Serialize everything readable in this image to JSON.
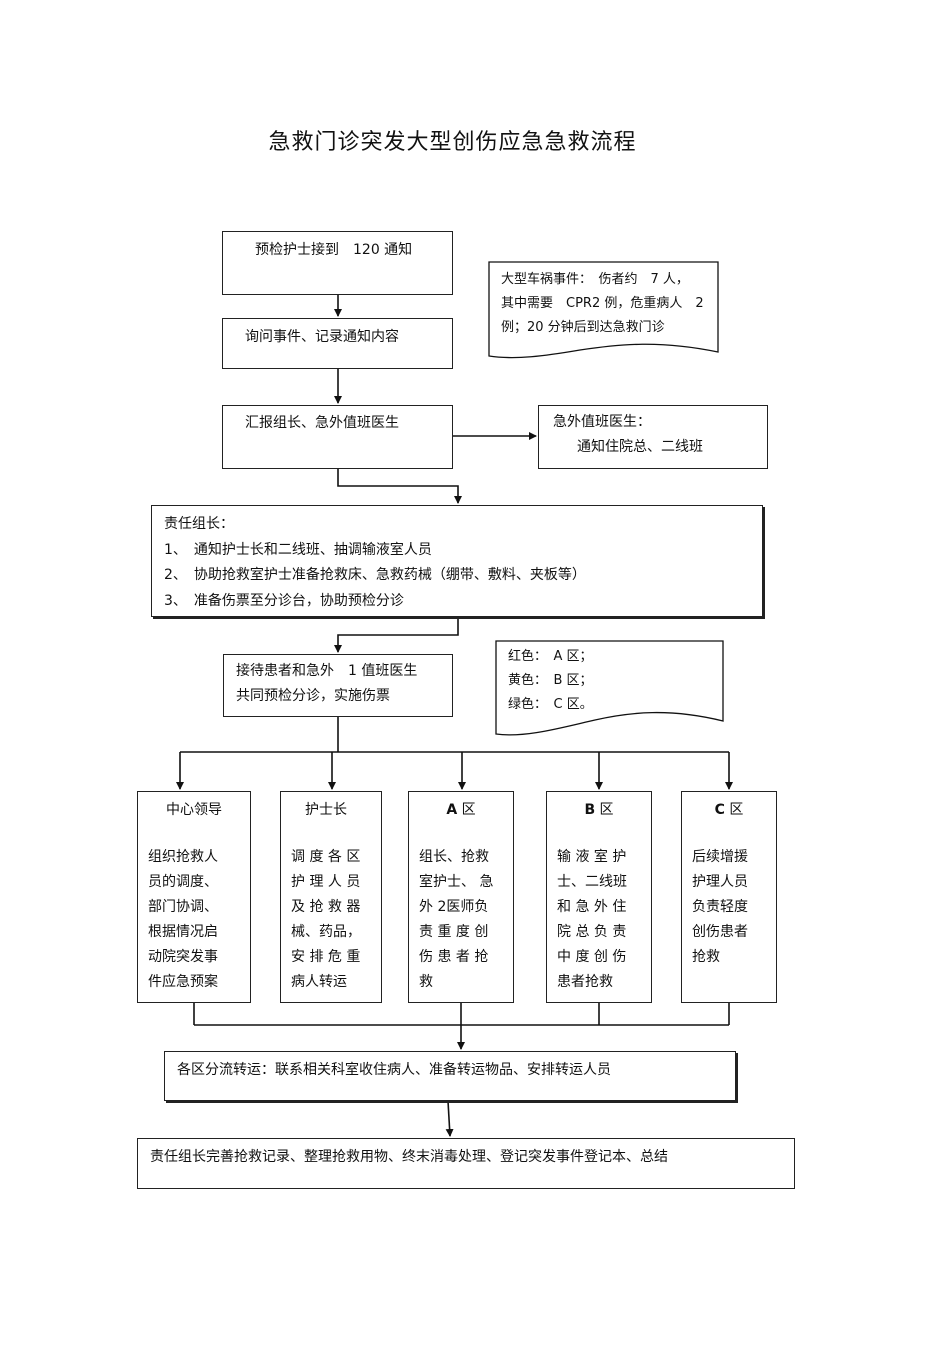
{
  "title": "急救门诊突发大型创伤应急急救流程",
  "nodes": {
    "n1": "预检护士接到　120 通知",
    "n2": "询问事件、记录通知内容",
    "n3": "汇报组长、急外值班医生",
    "side_doctor": {
      "line1": "急外值班医生：",
      "line2": "通知住院总、二线班"
    },
    "note_event": {
      "line1": "大型车祸事件：　伤者约　7 人，",
      "line2": "其中需要　CPR2 例，危重病人　2",
      "line3": "例；20 分钟后到达急救门诊"
    },
    "leader": {
      "head": "责任组长：",
      "items": [
        "1、　通知护士长和二线班、抽调输液室人员",
        "2、　协助抢救室护士准备抢救床、急救药械（绷带、敷料、夹板等）",
        "3、　准备伤票至分诊台，协助预检分诊"
      ]
    },
    "triage": {
      "line1": "接待患者和急外　1 值班医生",
      "line2": "共同预检分诊，实施伤票"
    },
    "note_zones": {
      "line1": "红色：　A 区；",
      "line2": "黄色：　B 区；",
      "line3": "绿色：　C 区。"
    },
    "columns": [
      {
        "head": "中心领导",
        "body": [
          "组织抢救人",
          "员的调度、",
          "部门协调、",
          "根据情况启",
          "动院突发事",
          "件应急预案"
        ]
      },
      {
        "head": "护士长",
        "body": [
          "调 度 各 区",
          "护 理 人 员",
          "及 抢 救 器",
          "械、药品，",
          "安 排 危 重",
          "病人转运"
        ]
      },
      {
        "head_letter": "A",
        "head_suffix": " 区",
        "body": [
          "组长、抢救",
          "室护士、 急",
          "外 2医师负",
          "责 重 度 创",
          "伤 患 者 抢",
          "救"
        ]
      },
      {
        "head_letter": "B",
        "head_suffix": " 区",
        "body": [
          "输 液 室 护",
          "士、二线班",
          "和 急 外 住",
          "院 总 负 责",
          "中 度 创 伤",
          "患者抢救"
        ]
      },
      {
        "head_letter": "C",
        "head_suffix": " 区",
        "body": [
          "后续增援",
          "护理人员",
          "负责轻度",
          "创伤患者",
          "抢救"
        ]
      }
    ],
    "transfer": "各区分流转运：联系相关科室收住病人、准备转运物品、安排转运人员",
    "final": "责任组长完善抢救记录、整理抢救用物、终末消毒处理、登记突发事件登记本、总结"
  }
}
